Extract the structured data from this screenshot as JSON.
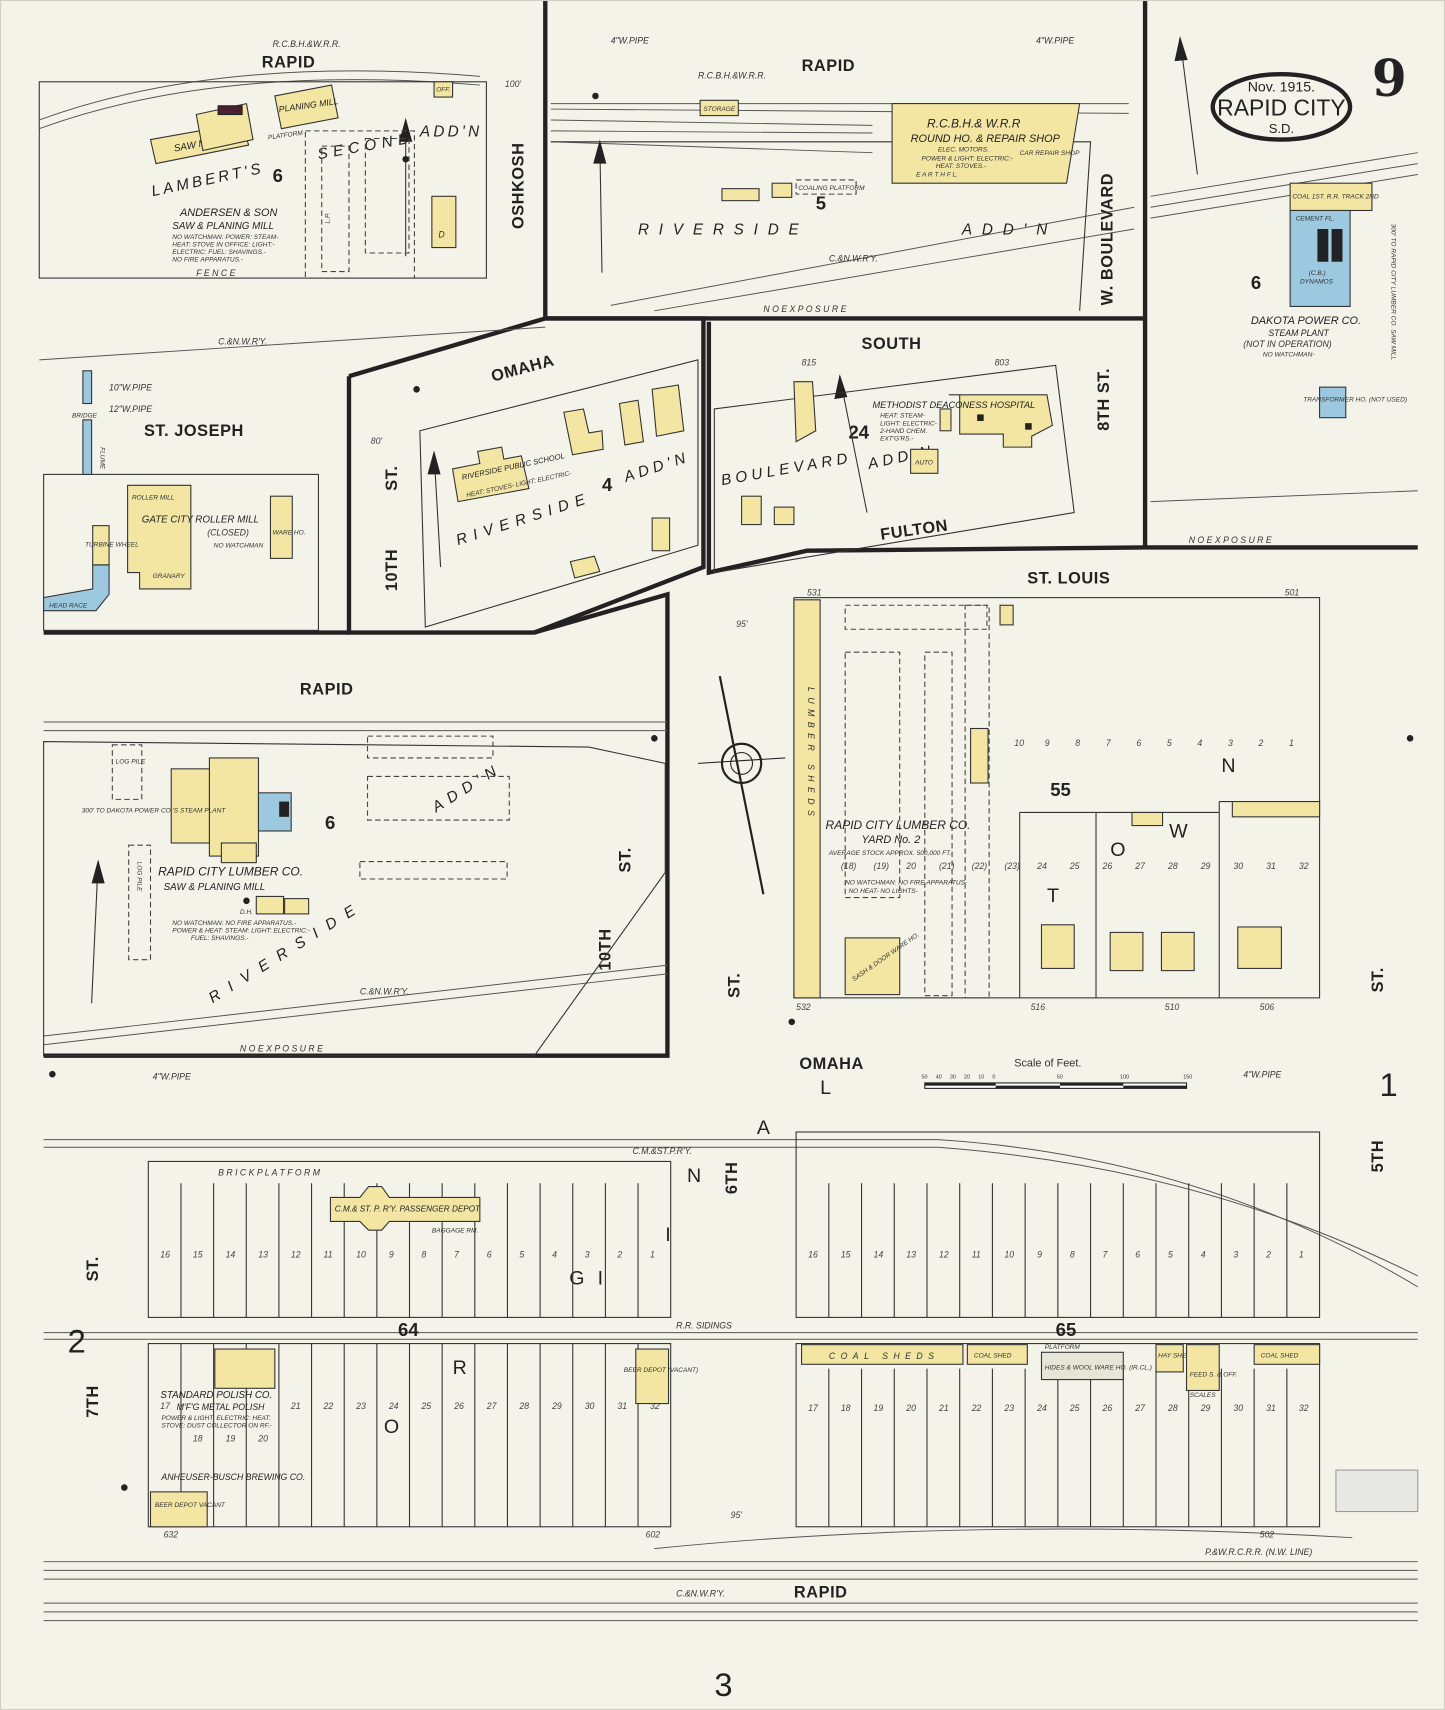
{
  "title": {
    "date": "Nov. 1915.",
    "city": "RAPID CITY",
    "state": "S.D.",
    "sheet": "9"
  },
  "colors": {
    "frame_brick": "#f2e6a2",
    "stone_concrete": "#9cc9df",
    "paper": "#f4f3ea",
    "ink": "#222222"
  },
  "streets": {
    "rapid": "RAPID",
    "oshkosh": "OSHKOSH",
    "w_boulevard": "W. BOULEVARD",
    "st_joseph": "ST. JOSEPH",
    "omaha": "OMAHA",
    "south": "SOUTH",
    "fulton": "FULTON",
    "st_louis": "ST. LOUIS",
    "tenth": "10TH",
    "st": "ST.",
    "eighth_st": "8TH ST.",
    "sixth": "6TH",
    "fifth": "5TH",
    "seventh": "7TH",
    "boulevard": "BOULEVARD"
  },
  "additions": {
    "lamberts": "LAMBERT'S",
    "second": "SECOND",
    "addn": "ADD'N",
    "riverside": "RIVERSIDE",
    "riverside_addn": "RIVERSIDE ADD'N",
    "town": [
      "T",
      "O",
      "W",
      "N"
    ],
    "original": [
      "O",
      "R",
      "I",
      "G",
      "I",
      "N",
      "A",
      "L"
    ]
  },
  "blocks": {
    "b6": "6",
    "b5": "5",
    "b4": "4",
    "b24": "24",
    "b55": "55",
    "b64": "64",
    "b65": "65"
  },
  "key_sheets": {
    "s1": "1",
    "s2": "2",
    "s3": "3"
  },
  "railroads": {
    "rcbh": "R.C.B.H.&W.R.R.",
    "cnw": "C.&N.W.R'Y.",
    "cmstp": "C.M.&ST.P.R'Y.",
    "sidings": "R.R. SIDINGS",
    "fence": "F E N C E",
    "no_exposure": "N O   E X P O S U R E",
    "brick_platform": "B R I C K     P L A T F O R M",
    "pipe4": "4\"W.PIPE",
    "pipe10": "10\"W.PIPE",
    "pipe12": "12\"W.PIPE",
    "pwrc": "P.&W.R.C.R.R. (N.W. LINE)"
  },
  "buildings": {
    "andersen": {
      "owner": "ANDERSEN & SON",
      "type": "SAW & PLANING MILL",
      "notes": [
        "NO WATCHMAN: POWER: STEAM-",
        "HEAT: STOVE IN OFFICE: LIGHT:-",
        "ELECTRIC: FUEL: SHAVINGS.-",
        "NO FIRE APPARATUS.-"
      ],
      "saw_mill": "SAW MILL",
      "planing_mill": "PLANING MILL",
      "platform": "PLATFORM",
      "lp": "L.P.",
      "off": "OFF.",
      "d": "D"
    },
    "roundhouse": {
      "owner": "R.C.B.H.& W.R.R",
      "type": "ROUND HO. & REPAIR SHOP",
      "notes": [
        "ELEC. MOTORS.",
        "POWER & LIGHT: ELECTRIC:-",
        "HEAT: STOVES.-",
        "E A R T H   F L."
      ],
      "car_repair": "CAR REPAIR SHOP",
      "storage": "STORAGE",
      "coaling": "COALING PLATFORM"
    },
    "dakota": {
      "owner": "DAKOTA POWER CO.",
      "type": "STEAM PLANT",
      "status": "(NOT IN OPERATION)",
      "watch": "NO WATCHMAN-",
      "coal": "COAL 1ST. R.R. TRACK 2ND",
      "cement": "CEMENT FL.",
      "dynamos": "DYNAMOS",
      "cb": "(C.B.)",
      "transformer": "TRANSFORMER HO. (NOT USED)",
      "note_side": "300' TO RAPID CITY LUMBER CO. SAW MILL"
    },
    "gate_city": {
      "owner": "GATE CITY ROLLER MILL",
      "status": "(CLOSED)",
      "watch": "NO WATCHMAN",
      "roller_mill": "ROLLER MILL",
      "granary": "GRANARY",
      "turbine": "TURBINE WHEEL",
      "ware": "WARE HO.",
      "head_race": "HEAD RACE",
      "flume": "FLUME",
      "bridge": "BRIDGE"
    },
    "school": {
      "name": "RIVERSIDE PUBLIC SCHOOL",
      "notes": "HEAT: STOVES- LIGHT: ELECTRIC-"
    },
    "hospital": {
      "name": "METHODIST DEACONESS HOSPITAL",
      "notes": [
        "HEAT: STEAM-",
        "LIGHT: ELECTRIC-",
        "2-HAND CHEM.",
        "EXT'G'RS.-"
      ],
      "auto": "AUTO"
    },
    "rc_lumber_mill": {
      "owner": "RAPID CITY LUMBER CO.",
      "type": "SAW & PLANING MILL",
      "notes": [
        "NO WATCHMAN: NO FIRE APPARATUS.-",
        "POWER & HEAT: STEAM: LIGHT: ELECTRIC:-",
        "FUEL: SHAVINGS.-"
      ],
      "log_pile": "LOG PILE",
      "dh": "D.H.",
      "note_side": "300' TO DAKOTA POWER CO.'S STEAM PLANT"
    },
    "rc_lumber_yard": {
      "owner": "RAPID CITY LUMBER CO.",
      "yard": "YARD No. 2",
      "stock": "AVERAGE STOCK APPROX. 500,000 FT.",
      "notes": [
        "NO WATCHMAN: NO FIRE APPARATUS-",
        "NO HEAT- NO LIGHTS-"
      ],
      "sheds": "LUMBER SHEDS",
      "sash": "SASH & DOOR WARE HO."
    },
    "depot": {
      "name": "C.M.& ST. P. R'Y. PASSENGER DEPOT",
      "baggage": "BAGGAGE RM."
    },
    "standard_polish": {
      "owner": "STANDARD POLISH CO.",
      "type": "M'F'G METAL POLISH",
      "notes": [
        "POWER & LIGHT: ELECTRIC: HEAT:",
        "STOVE: DUST COLLECTOR ON RF.-"
      ]
    },
    "anheuser": {
      "owner": "ANHEUSER-BUSCH BREWING CO.",
      "depot": "BEER DEPOT VACANT"
    },
    "beer_depot": "BEER DEPOT (VACANT)",
    "coal_sheds": "COAL SHEDS",
    "coal_shed": "COAL SHED",
    "hides": "HIDES & WOOL WARE HO. (IR.CL.)",
    "hay": "HAY SHED",
    "feed": "FEED S. & OFF.",
    "scales": "SCALES",
    "platform": "PLATFORM"
  },
  "scale": {
    "title": "Scale of Feet.",
    "ticks": [
      "50",
      "40",
      "30",
      "20",
      "10",
      "0",
      "50",
      "100",
      "150"
    ]
  },
  "lots": {
    "b64_top": [
      "16",
      "15",
      "14",
      "13",
      "12",
      "11",
      "10",
      "9",
      "8",
      "7",
      "6",
      "5",
      "4",
      "3",
      "2",
      "1"
    ],
    "b64_bottom": [
      "17",
      "18",
      "19",
      "20",
      "21",
      "22",
      "23",
      "24",
      "25",
      "26",
      "27",
      "28",
      "29",
      "30",
      "31",
      "32"
    ],
    "b65_top": [
      "16",
      "15",
      "14",
      "13",
      "12",
      "11",
      "10",
      "9",
      "8",
      "7",
      "6",
      "5",
      "4",
      "3",
      "2",
      "1"
    ],
    "b65_bottom": [
      "17",
      "18",
      "19",
      "20",
      "21",
      "22",
      "23",
      "24",
      "25",
      "26",
      "27",
      "28",
      "29",
      "30",
      "31",
      "32"
    ],
    "b55_top": [
      "10",
      "9",
      "8",
      "7",
      "6",
      "5",
      "4",
      "3",
      "2",
      "1"
    ],
    "b55_mid": [
      "(18)",
      "(19)",
      "20",
      "(21)",
      "(22)",
      "(23)",
      "24",
      "25",
      "26",
      "27",
      "28",
      "29",
      "30",
      "31",
      "32"
    ]
  },
  "addresses": {
    "a531": "531",
    "a501": "501",
    "a532": "532",
    "a516": "516",
    "a510": "510",
    "a506": "506",
    "a502": "502",
    "a632": "632",
    "a602": "602",
    "a815": "815",
    "a803": "803"
  },
  "elevations": {
    "e100": "100'",
    "e95": "95'",
    "e80": "80'"
  }
}
